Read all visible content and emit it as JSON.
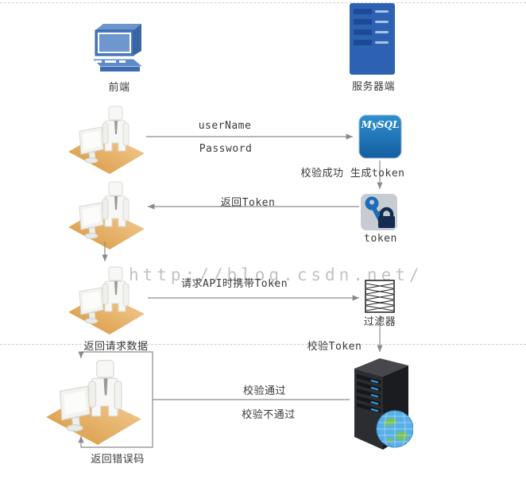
{
  "watermark": {
    "text": "http://blog.csdn.net/"
  },
  "legend": {
    "frontend": "前端",
    "server": "服务器端"
  },
  "nodes": {
    "mysql": {
      "label": "MySQL",
      "caption": "校验成功 生成token"
    },
    "token": {
      "caption": "token"
    },
    "filter": {
      "caption": "过滤器"
    }
  },
  "flows": {
    "username": "userName",
    "password": "Password",
    "return_token": "返回Token",
    "request_api": "请求API时携带Token",
    "verify_token": "校验Token",
    "return_data": "返回请求数据",
    "verify_pass": "校验通过",
    "verify_fail": "校验不通过",
    "return_error": "返回错误码"
  },
  "colors": {
    "mysql_blue": "#1d76bc",
    "server_blue": "#2d62b2",
    "platform_orange": "#e7a44e",
    "line_gray": "#8a8a8a",
    "lock_navy": "#132c50"
  }
}
